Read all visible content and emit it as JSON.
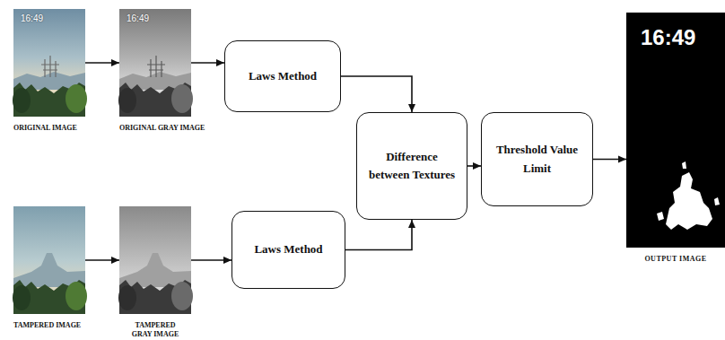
{
  "diagram": {
    "nodes": [
      {
        "text": [
          "16:49",
          "ORIGINAL IMAGE"
        ]
      },
      {
        "text": [
          "16:49",
          "ORIGINAL GRAY IMAGE"
        ]
      },
      {
        "text": [
          "Laws Method"
        ]
      },
      {
        "text": [
          "Difference between Textures"
        ]
      },
      {
        "text": [
          "Threshold Value Limit"
        ]
      },
      {
        "text": [
          "16:49",
          "OUTPUT IMAGE"
        ]
      },
      {
        "text": [
          "TAMPERED IMAGE"
        ]
      },
      {
        "text": [
          "TAMPERED GRAY IMAGE"
        ]
      },
      {
        "text": [
          "Laws Method"
        ]
      }
    ],
    "edges": [
      {
        "from": 0,
        "to": 1,
        "arrow": "to"
      },
      {
        "from": 1,
        "to": 2,
        "arrow": "to"
      },
      {
        "from": 2,
        "to": 3,
        "arrow": "to"
      },
      {
        "from": 3,
        "to": 4,
        "arrow": "to"
      },
      {
        "from": 4,
        "to": 5,
        "arrow": "to"
      },
      {
        "from": 6,
        "to": 7,
        "arrow": "to"
      },
      {
        "from": 7,
        "to": 8,
        "arrow": "to"
      },
      {
        "from": 8,
        "to": 3,
        "arrow": "to"
      }
    ]
  }
}
